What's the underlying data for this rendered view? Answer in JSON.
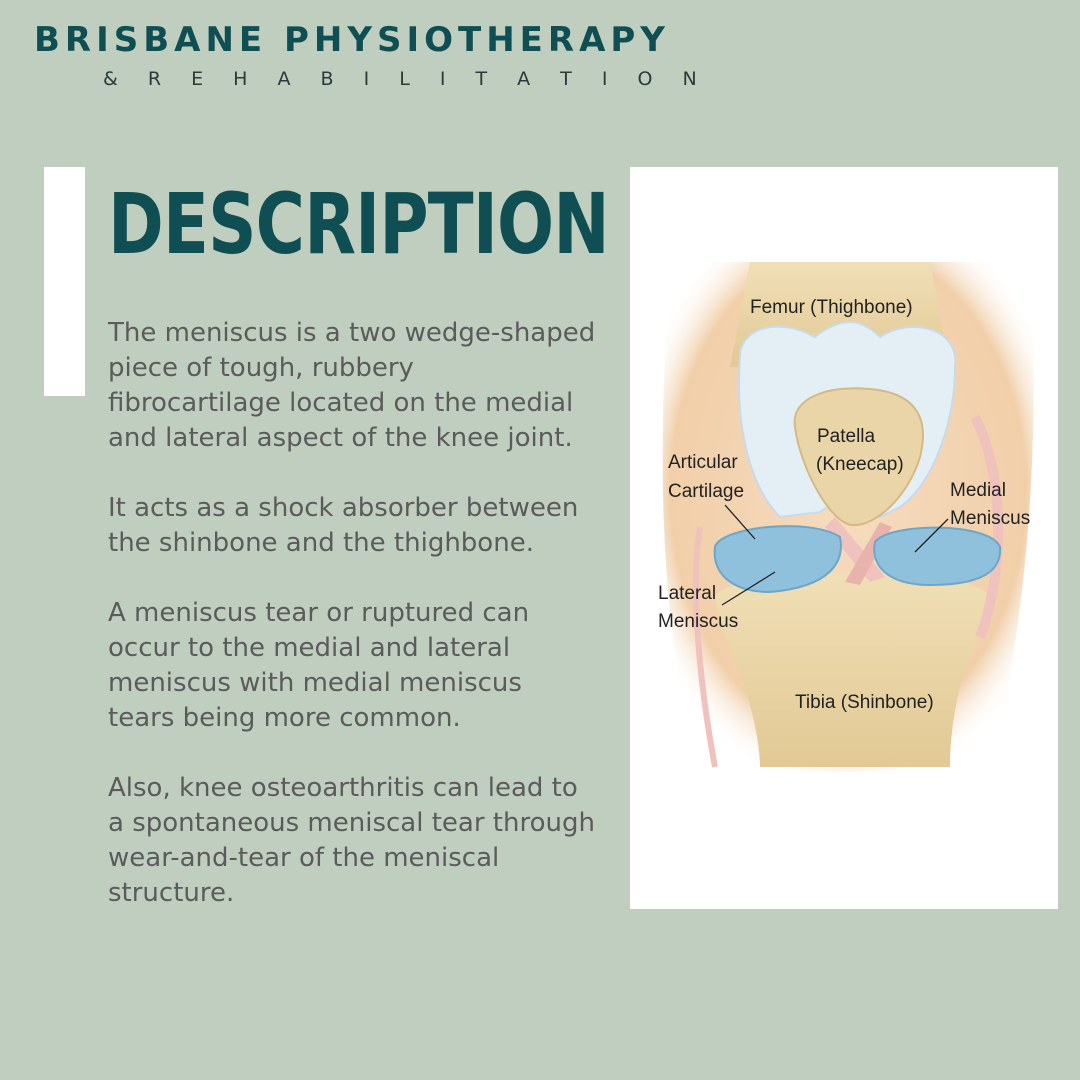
{
  "brand": {
    "name": "BRISBANE PHYSIOTHERAPY",
    "subtitle": "& R E H A B I L I T A T I O N"
  },
  "heading": "DESCRIPTION",
  "paragraphs": [
    "The meniscus is a two wedge-shaped\npiece of tough, rubbery\nfibrocartilage located on the medial\nand lateral aspect of the knee joint.",
    "It acts as a shock absorber between\nthe shinbone and the thighbone.",
    "A meniscus tear or ruptured can\noccur to the medial and lateral\nmeniscus with medial meniscus\ntears being more common.",
    "Also, knee osteoarthritis can lead to\na spontaneous meniscal tear through\nwear-and-tear of the meniscal\nstructure."
  ],
  "diagram": {
    "labels": {
      "femur": "Femur (Thighbone)",
      "patella_1": "Patella",
      "patella_2": "(Kneecap)",
      "articular_1": "Articular",
      "articular_2": "Cartilage",
      "medial_1": "Medial",
      "medial_2": "Meniscus",
      "lateral_1": "Lateral",
      "lateral_2": "Meniscus",
      "tibia": "Tibia (Shinbone)"
    },
    "colors": {
      "bone": "#ecd8ac",
      "skin": "#f4d6b2",
      "cartilage": "#e8f0f6",
      "meniscus": "#8fc0dc",
      "ligament": "#efc2bd"
    }
  }
}
